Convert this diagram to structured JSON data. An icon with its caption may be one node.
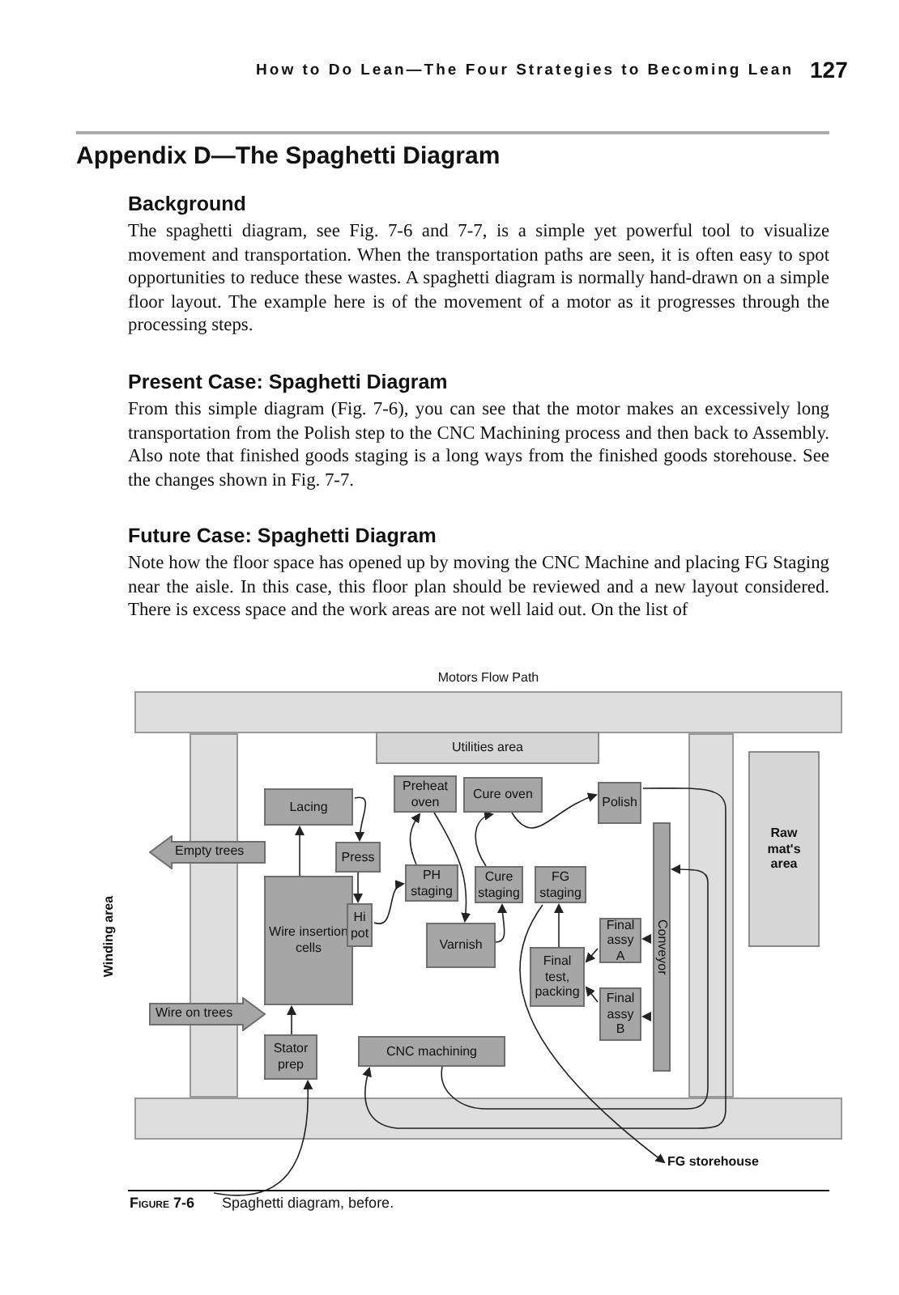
{
  "diagram": {
    "title": "Motors Flow Path",
    "caption": "Spaghetti diagram, before.",
    "nodes": [
      {
        "text": [
          "Utilities area"
        ]
      },
      {
        "text": [
          "Lacing"
        ]
      },
      {
        "text": [
          "Preheat oven"
        ]
      },
      {
        "text": [
          "Cure oven"
        ]
      },
      {
        "text": [
          "Polish"
        ]
      },
      {
        "text": [
          "Raw mat's area"
        ]
      },
      {
        "text": [
          "Empty trees"
        ]
      },
      {
        "text": [
          "Press"
        ]
      },
      {
        "text": [
          "PH staging"
        ]
      },
      {
        "text": [
          "Cure staging"
        ]
      },
      {
        "text": [
          "FG staging"
        ]
      },
      {
        "text": [
          "Conveyor"
        ]
      },
      {
        "text": [
          "Wire insertion cells"
        ]
      },
      {
        "text": [
          "Hi pot"
        ]
      },
      {
        "text": [
          "Varnish"
        ]
      },
      {
        "text": [
          "Final assy A"
        ]
      },
      {
        "text": [
          "Final test, packing"
        ]
      },
      {
        "text": [
          "Final assy B"
        ]
      },
      {
        "text": [
          "Wire on trees"
        ]
      },
      {
        "text": [
          "Stator prep"
        ]
      },
      {
        "text": [
          "CNC machining"
        ]
      },
      {
        "text": [
          "FG storehouse"
        ]
      }
    ],
    "edges": [
      {
        "from": null,
        "to": 19,
        "arrow": "to"
      },
      {
        "from": 19,
        "to": 12,
        "arrow": "to"
      },
      {
        "from": 12,
        "to": 1,
        "arrow": "to"
      },
      {
        "from": 1,
        "to": 7,
        "arrow": "to"
      },
      {
        "from": 7,
        "to": 13,
        "arrow": "to"
      },
      {
        "from": 13,
        "to": 8,
        "arrow": "to"
      },
      {
        "from": 8,
        "to": 2,
        "arrow": "to"
      },
      {
        "from": 2,
        "to": 14,
        "arrow": "to"
      },
      {
        "from": 14,
        "to": 9,
        "arrow": "to"
      },
      {
        "from": 9,
        "to": 3,
        "arrow": "to"
      },
      {
        "from": 3,
        "to": 4,
        "arrow": "to"
      },
      {
        "from": 4,
        "to": 20,
        "arrow": "to"
      },
      {
        "from": 20,
        "to": 11,
        "arrow": "to"
      },
      {
        "from": 11,
        "to": 15,
        "arrow": "to"
      },
      {
        "from": 11,
        "to": 17,
        "arrow": "to"
      },
      {
        "from": 15,
        "to": 16,
        "arrow": "to"
      },
      {
        "from": 17,
        "to": 16,
        "arrow": "to"
      },
      {
        "from": 16,
        "to": 10,
        "arrow": "to"
      },
      {
        "from": 10,
        "to": 21,
        "arrow": "to"
      }
    ],
    "labels": [
      "How to Do Lean—The Four Strategies to Becoming Lean",
      "127",
      "Appendix D—The Spaghetti Diagram",
      "Background",
      "The spaghetti diagram, see Fig. 7-6 and 7-7, is a simple yet powerful tool to visualize movement and transportation. When the transportation paths are seen, it is often easy to spot opportunities to reduce these wastes. A spaghetti diagram is normally hand-drawn on a simple floor layout. The example here is of the movement of a motor as it progresses through the processing steps.",
      "Present Case: Spaghetti Diagram",
      "From this simple diagram (Fig. 7-6), you can see that the motor makes an excessively long transportation from the Polish step to the CNC Machining process and then back to Assembly. Also note that finished goods staging is a long ways from the finished goods storehouse. See the changes shown in Fig. 7-7.",
      "Future Case: Spaghetti Diagram",
      "Note how the floor space has opened up by moving the CNC Machine and placing FG Staging near the aisle. In this case, this floor plan should be reviewed and a new layout considered. There is excess space and the work areas are not well laid out. On the list of",
      "Winding area",
      "Figure 7-6"
    ]
  }
}
